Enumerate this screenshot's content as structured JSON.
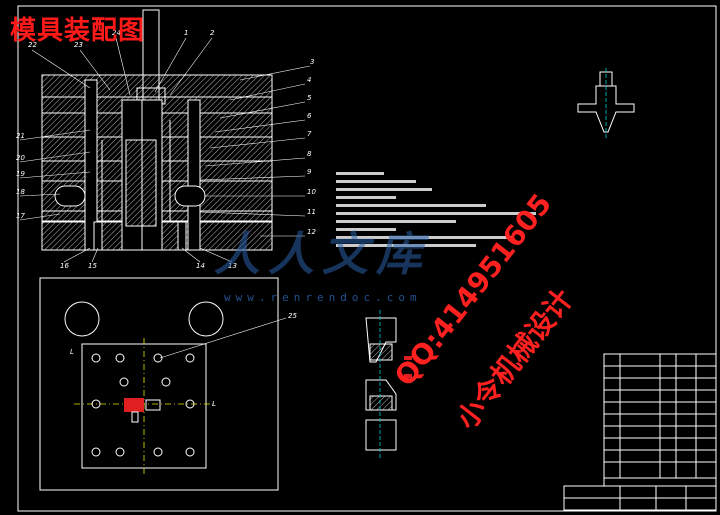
{
  "title": "模具装配图",
  "watermark": {
    "brand": "人人文库",
    "url": "www.renrendoc.com"
  },
  "contact": {
    "qq": "QQ:414951605",
    "name": "小令机械设计"
  },
  "part_numbers_top": [
    "22",
    "23",
    "24",
    "1",
    "2"
  ],
  "part_numbers_right": [
    "3",
    "4",
    "5",
    "6",
    "7",
    "8",
    "9",
    "10",
    "11",
    "12"
  ],
  "part_numbers_left": [
    "21",
    "20",
    "19",
    "18",
    "17"
  ],
  "part_numbers_bottom": [
    "16",
    "15",
    "14",
    "13"
  ],
  "plan_label": "25",
  "plan_marks": {
    "left": "L",
    "right": "L"
  },
  "colors": {
    "background": "#000000",
    "lines": "#ffffff",
    "title": "#ff1a1a",
    "watermark": "#2a5fa8"
  }
}
